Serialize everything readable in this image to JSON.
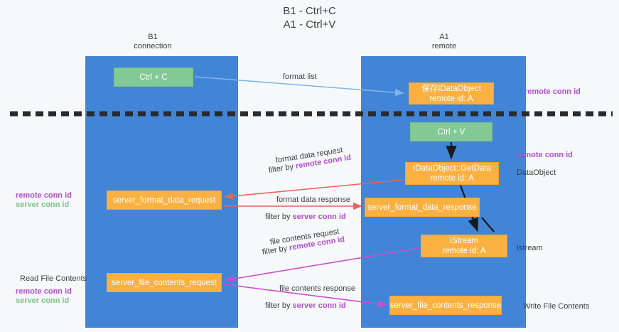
{
  "title": "B1 - Ctrl+C\nA1 - Ctrl+V",
  "columns": {
    "left": "B1\nconnection",
    "right": "A1\nremote"
  },
  "colors": {
    "lane": "#4285d6",
    "green_box": "#82c995",
    "orange_box": "#fbb142",
    "purple_text": "#b04fd0",
    "green_text": "#7cc08c",
    "arrow_blue": "#7eb6e8",
    "arrow_red": "#e8645c",
    "arrow_magenta": "#c94fd0",
    "arrow_black": "#1a1a1a",
    "divider": "#2b2b2b"
  },
  "boxes": {
    "ctrl_c": {
      "line1": "Ctrl + C"
    },
    "save_idataobject": {
      "line1": "保存IDataObject",
      "line2": "remote id: A"
    },
    "ctrl_v": {
      "line1": "Ctrl + V"
    },
    "getdata": {
      "line1": "IDataObject::GetData",
      "line2": "remote id: A"
    },
    "server_format_data_request": {
      "line1": "server_format_data_request"
    },
    "server_format_data_response": {
      "line1": "server_format_data_response"
    },
    "istream": {
      "line1": "IStream",
      "line2": "remote id: A"
    },
    "server_file_contents_request": {
      "line1": "server_file_contents_request"
    },
    "server_file_contents_response": {
      "line1": "server_file_contents_response"
    }
  },
  "labels": {
    "format_list": "format list",
    "remote_conn_id": "remote conn id",
    "server_conn_id": "server conn id",
    "dataobject": "DataObject",
    "istream_out": "Istream",
    "write_file_contents": "Write File Contents",
    "read_file_contents": "Read File Contents",
    "format_data_request": "format data request",
    "format_data_response": "format data response",
    "file_contents_request": "file contents request",
    "file_contents_response": "file contents response",
    "filter_by": "filter by "
  }
}
